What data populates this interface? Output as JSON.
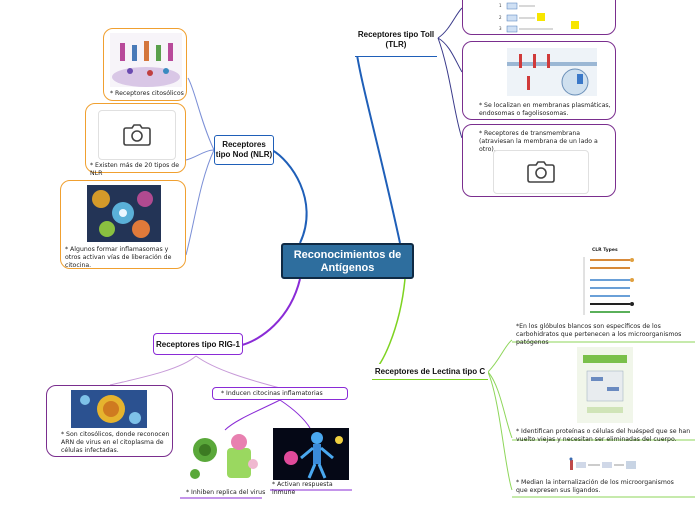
{
  "center": {
    "title": "Reconocimientos de Antígenos"
  },
  "nod": {
    "title": "Receptores tipo Nod (NLR)",
    "items": [
      "* Receptores citosólicos",
      "* Existen más de 20 tipos de NLR",
      "* Algunos formar inflamasomas y otros activan vías de liberación de citocina."
    ]
  },
  "tlr": {
    "title": "Receptores tipo Toll (TLR)",
    "items": [
      "* Se localizan en membranas plasmáticas, endosomas o fagolisosomas.",
      "* Receptores de transmembrana (atraviesan la membrana de un lado a otro)."
    ]
  },
  "rig": {
    "title": "Receptores tipo RIG-1",
    "items": [
      "* Son citosólicos, donde reconocen ARN de virus en el citoplasma de células infectadas.",
      "* Inducen citocinas inflamatorias",
      "* Inhiben replica del virus",
      "* Activan respuesta inmune"
    ]
  },
  "clr": {
    "title": "Receptores de Lectina tipo C",
    "figure_title": "CLR Types",
    "items": [
      "*En los glóbulos blancos son específicos de los carbohidratos que pertenecen a los microorganismos patógenos",
      "* Identifican proteínas o células del huésped que se han vuelto viejas y necesitan ser eliminadas del cuerpo.",
      "* Median la internalización de los microorganismos que expresen sus ligandos."
    ]
  },
  "colors": {
    "center_fill": "#2e6e9e",
    "nod_line": "#1f5fb8",
    "tlr_line": "#1f5fb8",
    "rig_line": "#8a2bd6",
    "clr_line": "#7ed321",
    "nod_child_line": "#7b8fd6",
    "orange_border": "#f0a030",
    "purple_border": "#7a2e8e",
    "green_border": "#8ed65a"
  },
  "icons": [
    "camera-icon"
  ]
}
